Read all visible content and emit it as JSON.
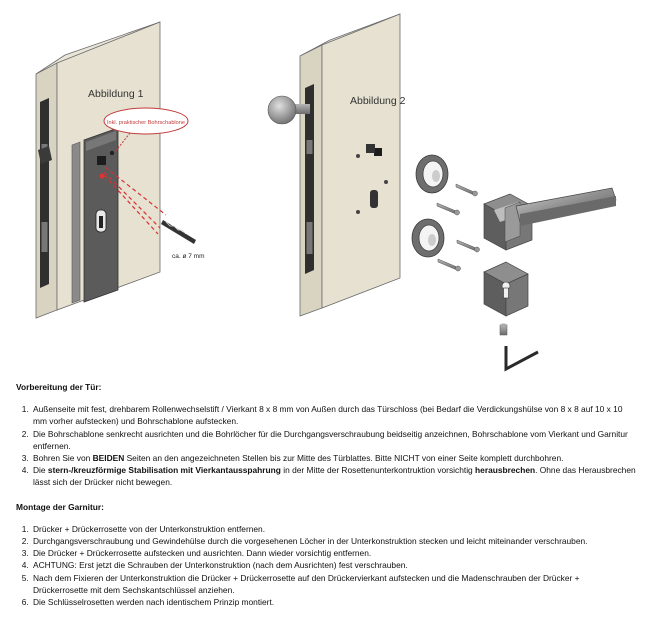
{
  "figure1": {
    "title": "Abbildung 1",
    "callout": "Inkl. praktischer Bohrschablone",
    "drill_label": "ca. ø 7 mm"
  },
  "figure2": {
    "title": "Abbildung 2"
  },
  "section1": {
    "title": "Vorbereitung der Tür:",
    "items": [
      {
        "parts": [
          "Außenseite mit fest, drehbarem Rollenwechselstift / Vierkant 8 x 8 mm von Außen durch das Türschloss (bei Bedarf die Verdickungshülse von 8 x 8 auf 10 x 10 mm vorher aufstecken) und Bohrschablone aufstecken."
        ]
      },
      {
        "parts": [
          "Die Bohrschablone senkrecht ausrichten und die Bohrlöcher für die Durchgangsverschraubung beidseitig anzeichnen, Bohrschablone vom Vierkant und Garnitur entfernen."
        ]
      },
      {
        "parts": [
          "Bohren Sie von ",
          "BEIDEN",
          " Seiten an den angezeichneten Stellen bis zur Mitte des Türblattes. Bitte NICHT von einer Seite komplett durchbohren."
        ]
      },
      {
        "parts": [
          "Die ",
          "stern-/kreuzförmige Stabilisation mit Vierkantausspahrung",
          " in der Mitte der Rosettenunterkontruktion vorsichtig ",
          "herausbrechen",
          ". Ohne das Herausbrechen lässt sich der Drücker nicht bewegen."
        ]
      }
    ]
  },
  "section2": {
    "title": "Montage der Garnitur:",
    "items": [
      "Drücker + Drückerrosette von der Unterkonstruktion entfernen.",
      "Durchgangsverschraubung und Gewindehülse durch die vorgesehenen Löcher in der Unterkonstruktion stecken und leicht miteinander verschrauben.",
      "Die Drücker + Drückerrosette aufstecken und ausrichten. Dann wieder vorsichtig entfernen.",
      "ACHTUNG: Erst jetzt die Schrauben der Unterkonstruktion (nach dem Ausrichten) fest verschrauben.",
      "Nach dem Fixieren der Unterkonstruktion die Drücker + Drückerrosette auf den Drückervierkant aufstecken und die Madenschrauben der Drücker + Drückerrosette mit dem Sechskantschlüssel anziehen.",
      "Die Schlüsselrosetten werden nach identischem Prinzip montiert."
    ]
  }
}
